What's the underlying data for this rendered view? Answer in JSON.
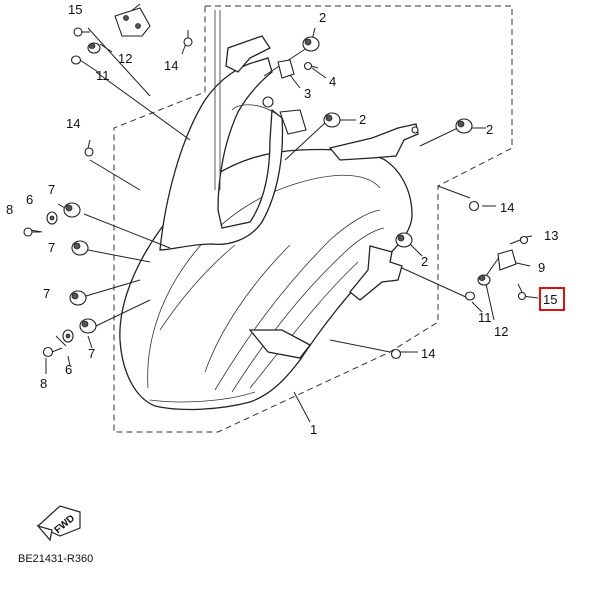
{
  "diagram": {
    "drawing_code": "BE21431-R360",
    "direction_marker": "FWD",
    "highlighted_part": "15",
    "highlight_color": "#e01010",
    "part_labels": [
      {
        "id": "15-top",
        "text": "15"
      },
      {
        "id": "12-top",
        "text": "12"
      },
      {
        "id": "11-top",
        "text": "11"
      },
      {
        "id": "14-top",
        "text": "14"
      },
      {
        "id": "2-a",
        "text": "2"
      },
      {
        "id": "4",
        "text": "4"
      },
      {
        "id": "3",
        "text": "3"
      },
      {
        "id": "2-b",
        "text": "2"
      },
      {
        "id": "2-c",
        "text": "2"
      },
      {
        "id": "14-left",
        "text": "14"
      },
      {
        "id": "6-a",
        "text": "6"
      },
      {
        "id": "8-a",
        "text": "8"
      },
      {
        "id": "7-a",
        "text": "7"
      },
      {
        "id": "7-b",
        "text": "7"
      },
      {
        "id": "7-c",
        "text": "7"
      },
      {
        "id": "7-d",
        "text": "7"
      },
      {
        "id": "6-b",
        "text": "6"
      },
      {
        "id": "8-b",
        "text": "8"
      },
      {
        "id": "14-right",
        "text": "14"
      },
      {
        "id": "13",
        "text": "13"
      },
      {
        "id": "9",
        "text": "9"
      },
      {
        "id": "2-d",
        "text": "2"
      },
      {
        "id": "15-right",
        "text": "15"
      },
      {
        "id": "12-right",
        "text": "12"
      },
      {
        "id": "11-right",
        "text": "11"
      },
      {
        "id": "14-bottom",
        "text": "14"
      },
      {
        "id": "1",
        "text": "1"
      }
    ]
  }
}
